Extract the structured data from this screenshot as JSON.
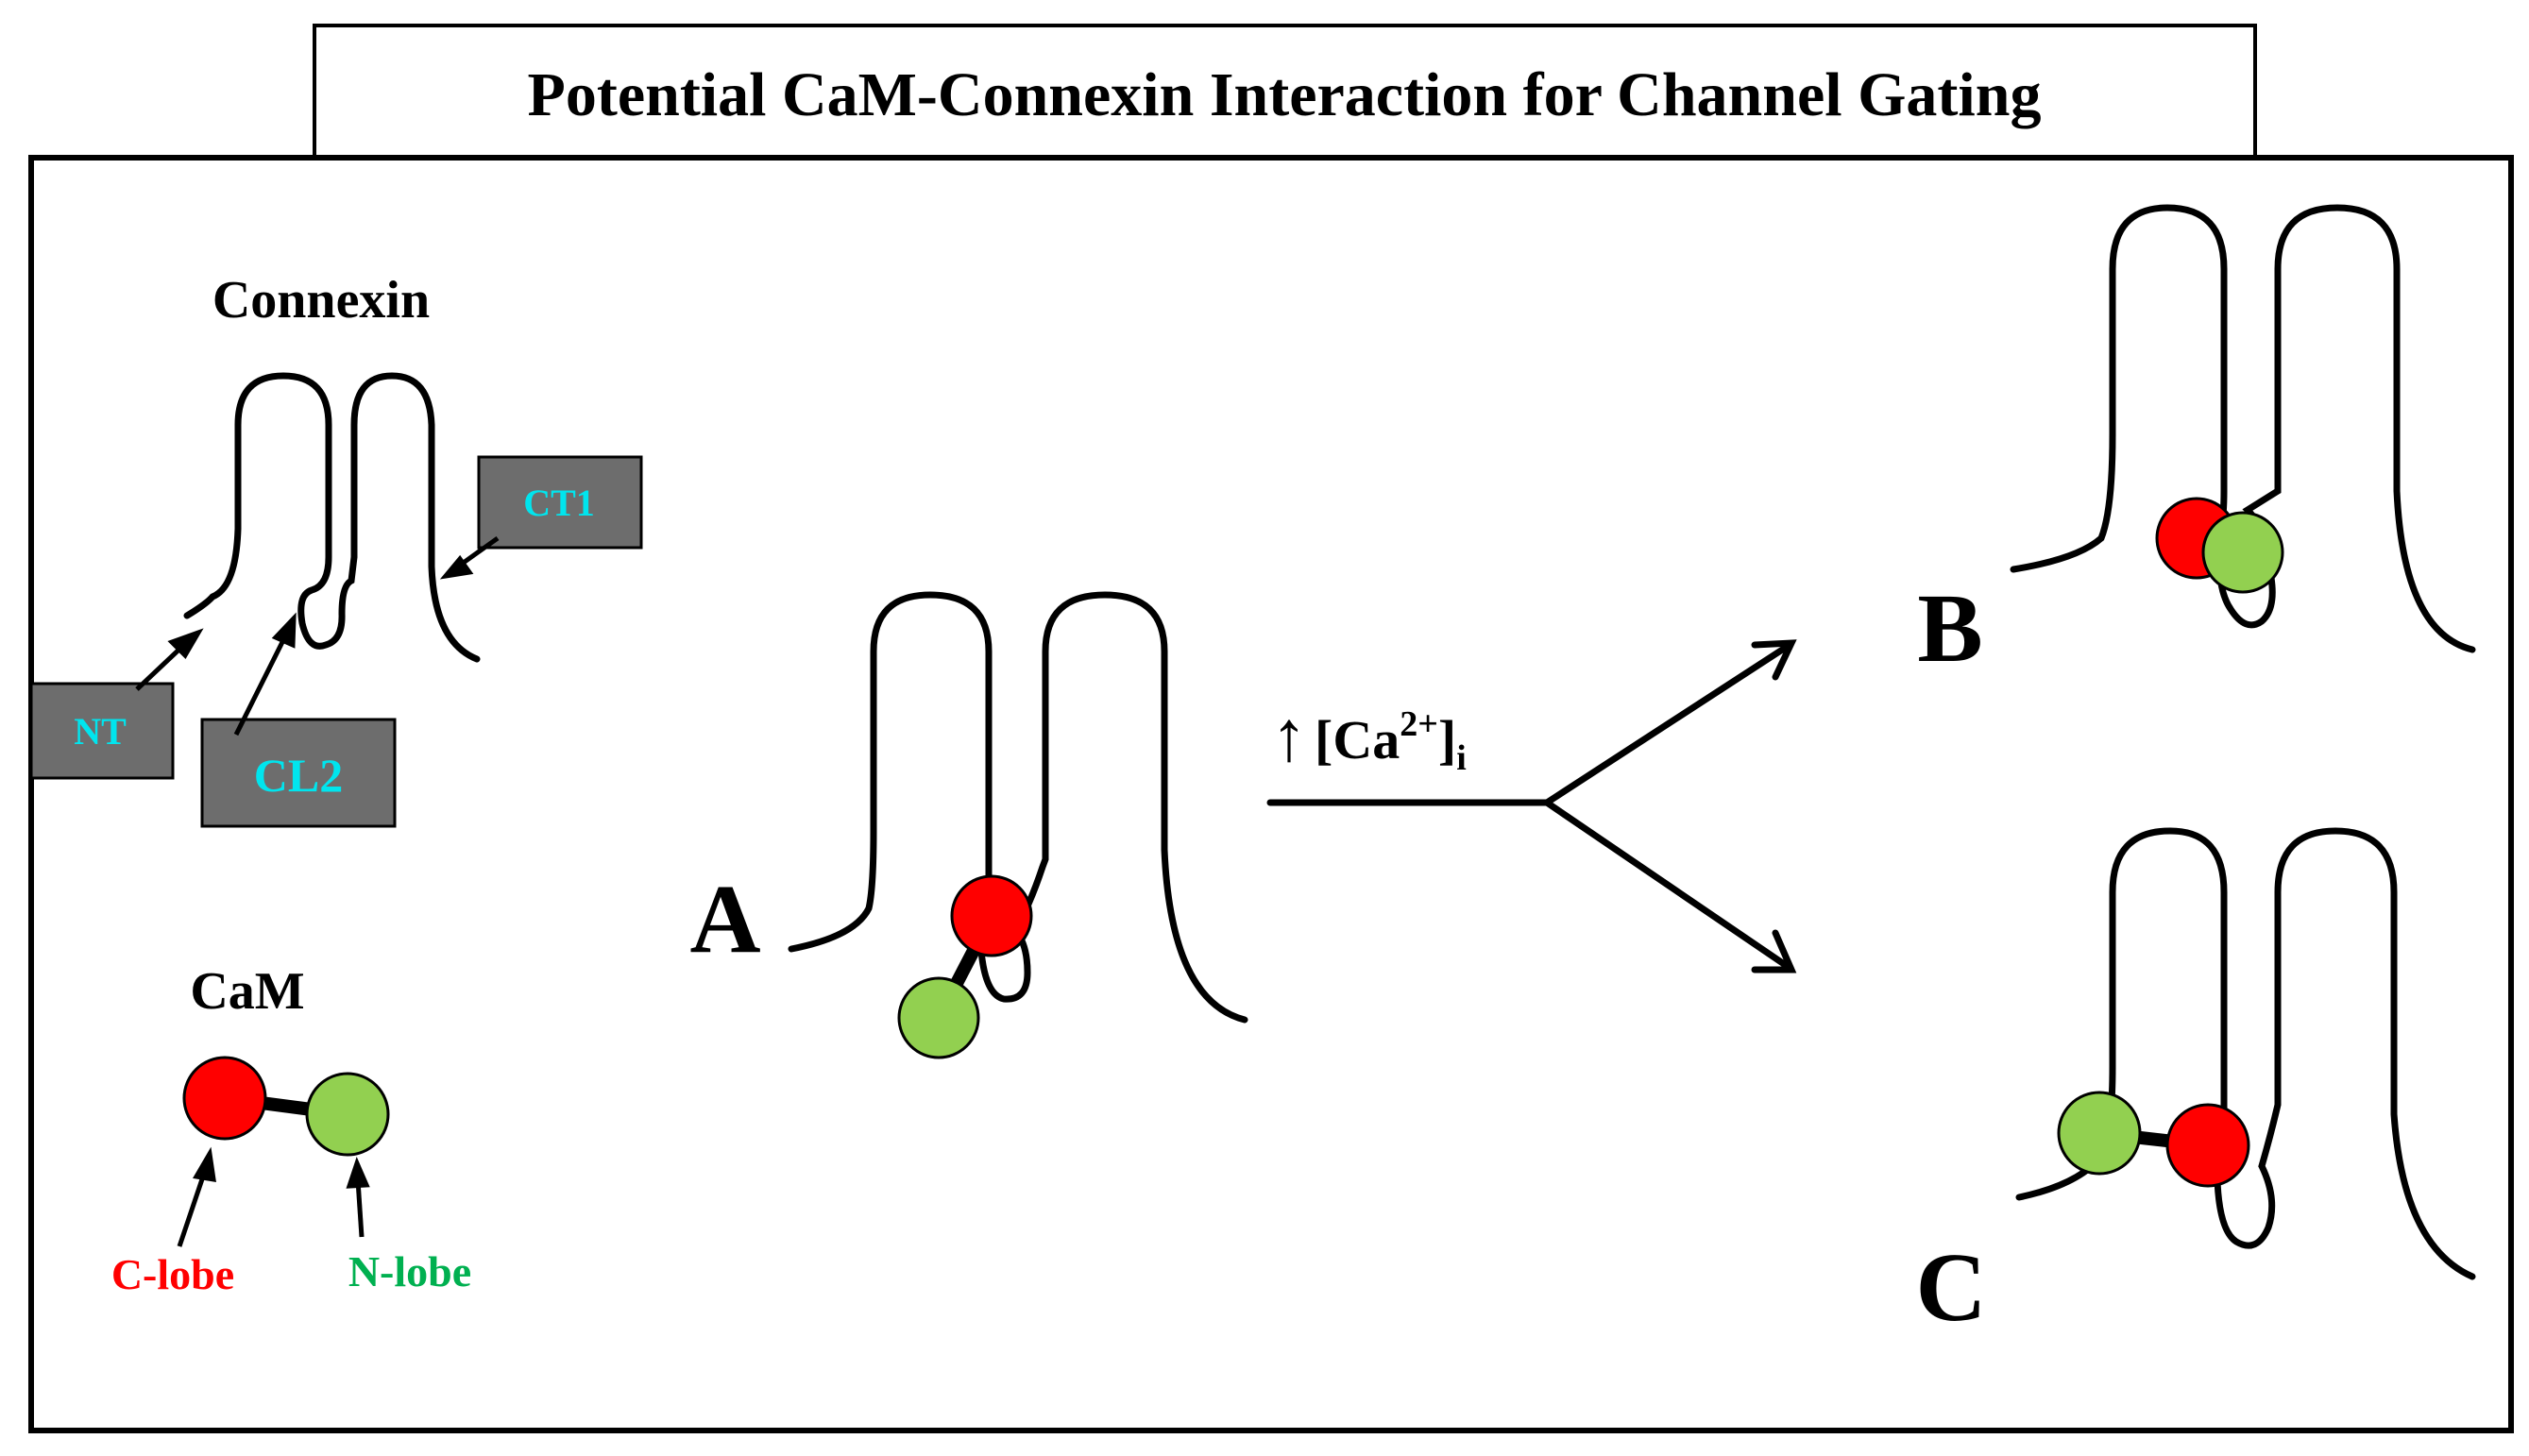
{
  "title": "Potential CaM-Connexin Interaction for Channel Gating",
  "legend": {
    "connexin_label": "Connexin",
    "domains": {
      "nt": "NT",
      "cl2": "CL2",
      "ct1": "CT1"
    },
    "cam_label": "CaM",
    "c_lobe": "C-lobe",
    "n_lobe": "N-lobe"
  },
  "states": {
    "a": "A",
    "b": "B",
    "c": "C"
  },
  "stimulus": {
    "arrow_glyph": "↑",
    "text": "[Ca",
    "sup": "2+",
    "close": "]",
    "sub": "i"
  },
  "colors": {
    "c_lobe": "#ff0000",
    "n_lobe": "#92d050",
    "domain_box": "#6d6d6d",
    "domain_text": "#00e5ee",
    "c_lobe_label": "#ff0000",
    "n_lobe_label": "#00b050"
  }
}
